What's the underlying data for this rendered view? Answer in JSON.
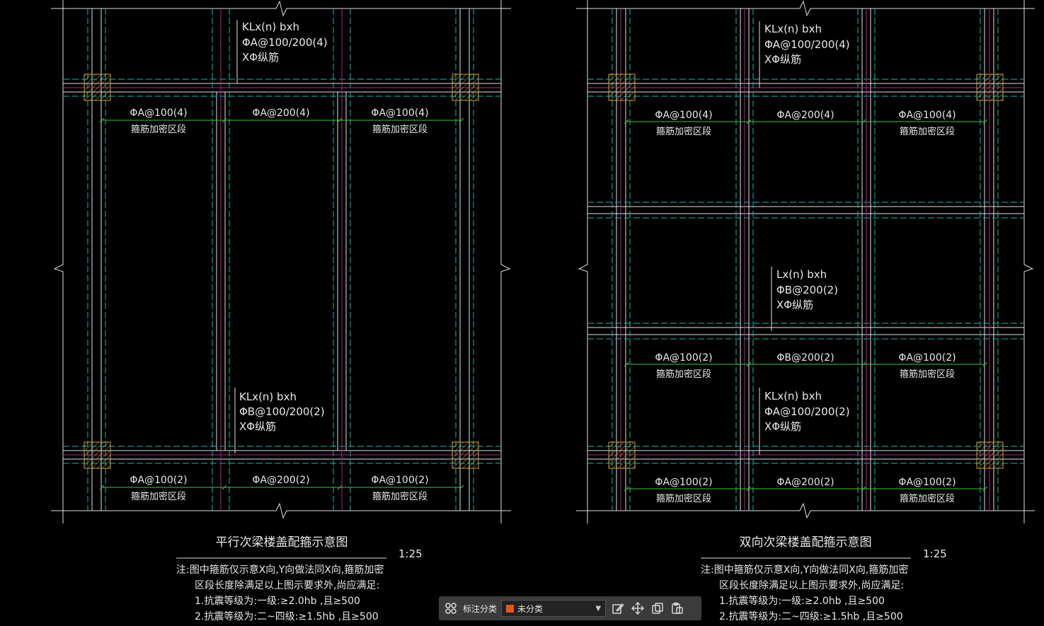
{
  "left_drawing": {
    "title": "平行次梁楼盖配箍示意图",
    "scale": "1:25",
    "top_callout": [
      "KLx(n) bxh",
      "ΦA@100/200(4)",
      "XΦ纵筋"
    ],
    "bottom_callout": [
      "KLx(n) bxh",
      "ΦB@100/200(2)",
      "XΦ纵筋"
    ],
    "top_row": [
      {
        "spec": "ΦA@100(4)",
        "note": "箍筋加密区段"
      },
      {
        "spec": "ΦA@200(4)",
        "note": ""
      },
      {
        "spec": "ΦA@100(4)",
        "note": "箍筋加密区段"
      }
    ],
    "bottom_row": [
      {
        "spec": "ΦA@100(2)",
        "note": "箍筋加密区段"
      },
      {
        "spec": "ΦA@200(2)",
        "note": ""
      },
      {
        "spec": "ΦA@100(2)",
        "note": "箍筋加密区段"
      }
    ],
    "notes": [
      "注:图中箍筋仅示意X向,Y向做法同X向,箍筋加密",
      "区段长度除满足以上图示要求外,尚应满足:",
      "1.抗震等级为:一级:≥2.0hb ,且≥500",
      "2.抗震等级为:二~四级:≥1.5hb ,且≥500"
    ]
  },
  "right_drawing": {
    "title": "双向次梁楼盖配箍示意图",
    "scale": "1:25",
    "top_callout": [
      "KLx(n) bxh",
      "ΦA@100/200(4)",
      "XΦ纵筋"
    ],
    "middle_callout": [
      "Lx(n) bxh",
      "ΦB@200(2)",
      "XΦ纵筋"
    ],
    "bottom_callout": [
      "KLx(n) bxh",
      "ΦA@100/200(2)",
      "XΦ纵筋"
    ],
    "top_row": [
      {
        "spec": "ΦA@100(4)",
        "note": "箍筋加密区段"
      },
      {
        "spec": "ΦA@200(4)",
        "note": ""
      },
      {
        "spec": "ΦA@100(4)",
        "note": "箍筋加密区段"
      }
    ],
    "middle_row": [
      {
        "spec": "ΦA@100(2)",
        "note": "箍筋加密区段"
      },
      {
        "spec": "ΦB@200(2)",
        "note": ""
      },
      {
        "spec": "ΦA@100(2)",
        "note": "箍筋加密区段"
      }
    ],
    "bottom_row": [
      {
        "spec": "ΦA@100(2)",
        "note": "箍筋加密区段"
      },
      {
        "spec": "ΦA@200(2)",
        "note": ""
      },
      {
        "spec": "ΦA@100(2)",
        "note": "箍筋加密区段"
      }
    ],
    "notes": [
      "注:图中箍筋仅示意X向,Y向做法同X向,箍筋加密",
      "区段长度除满足以上图示要求外,尚应满足:",
      "1.抗震等级为:一级:≥2.0hb ,且≥500",
      "2.抗震等级为:二~四级:≥1.5hb ,且≥500"
    ]
  },
  "toolbar": {
    "label": "标注分类",
    "category": "未分类",
    "category_color": "#e8580c",
    "icons": [
      "grid-icon",
      "edit-icon",
      "move-icon",
      "copy-icon",
      "paste-icon"
    ]
  },
  "colors": {
    "background": "#000000",
    "outline": "#e0e0e0",
    "hidden_line": "#19b3b3",
    "rebar": "#b0208f",
    "dimension": "#3fc43f",
    "column_hatch": "#c9a227"
  }
}
